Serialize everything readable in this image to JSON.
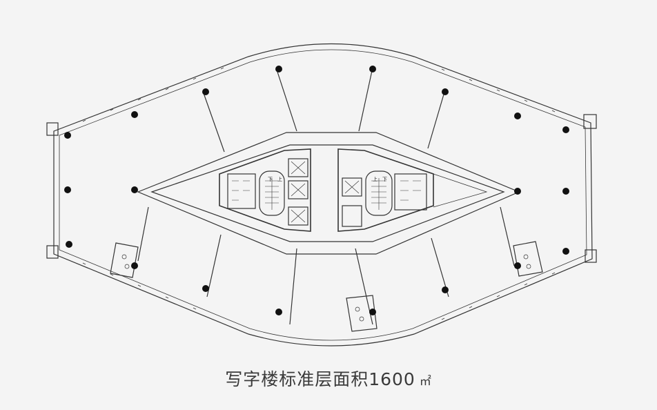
{
  "caption": {
    "text": "写字楼标准层面积1600",
    "unit": "㎡"
  },
  "stair_labels": {
    "down": "下",
    "up": "上"
  }
}
